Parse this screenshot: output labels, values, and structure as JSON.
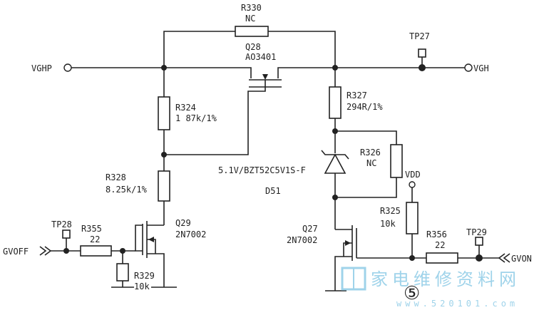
{
  "nets": {
    "vghp": "VGHP",
    "vgh": "VGH",
    "gvoff": "GVOFF",
    "gvon": "GVON",
    "vdd": "VDD"
  },
  "test_points": {
    "tp27": "TP27",
    "tp28": "TP28",
    "tp29": "TP29"
  },
  "components": {
    "r330": {
      "ref": "R330",
      "value": "NC"
    },
    "q28": {
      "ref": "Q28",
      "value": "AO3401"
    },
    "r324": {
      "ref": "R324",
      "value": "1 87k/1%"
    },
    "r327": {
      "ref": "R327",
      "value": "294R/1%"
    },
    "r326": {
      "ref": "R326",
      "value": "NC"
    },
    "d51": {
      "ref": "D51",
      "value": "5.1V/BZT52C5V1S-F"
    },
    "r328": {
      "ref": "R328",
      "value": "8.25k/1%"
    },
    "q29": {
      "ref": "Q29",
      "value": "2N7002"
    },
    "r355": {
      "ref": "R355",
      "value": "22"
    },
    "r329": {
      "ref": "R329",
      "value": "10k"
    },
    "q27": {
      "ref": "Q27",
      "value": "2N7002"
    },
    "r325": {
      "ref": "R325",
      "value": "10k"
    },
    "r356": {
      "ref": "R356",
      "value": "22"
    }
  },
  "page_marker": "⑤",
  "watermark": {
    "text": "家电维修资料网",
    "url": "www.520101.com"
  }
}
